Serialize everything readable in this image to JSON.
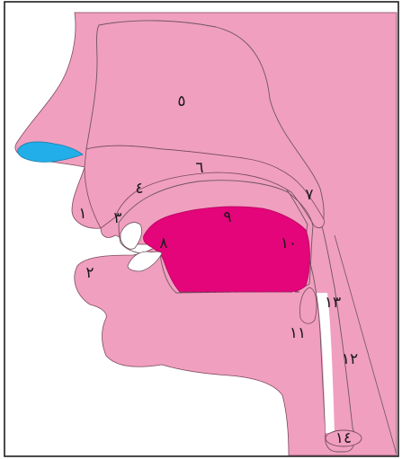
{
  "colors": {
    "tissue": "#f09fbf",
    "tongue": "#e4057a",
    "nose_tip": "#22aee8",
    "cavity": "#ffffff",
    "frame": "#1e1e1e"
  },
  "labels": {
    "l1": "١",
    "l2": "٢",
    "l3": "٣",
    "l4": "٤",
    "l5": "٥",
    "l6": "٦",
    "l7": "٧",
    "l8": "٨",
    "l9": "٩",
    "l10": "١٠",
    "l11": "١١",
    "l12": "١٢",
    "l13": "١٣",
    "l14": "١٤"
  }
}
